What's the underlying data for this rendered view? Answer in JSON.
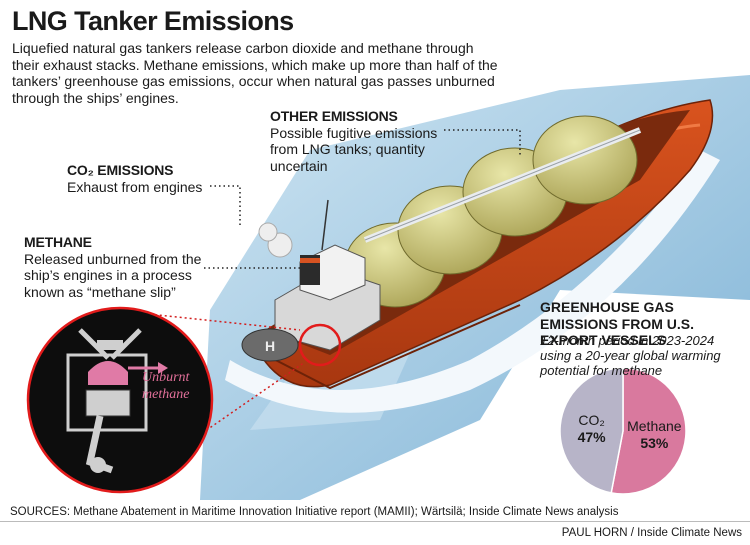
{
  "title": "LNG Tanker Emissions",
  "intro": "Liquefied natural gas tankers release carbon dioxide and methane through their exhaust stacks. Methane emissions, which make up more than half of the tankers’ greenhouse gas emissions, occur when natural gas passes unburned through the ships’ engines.",
  "labels": {
    "other": {
      "head": "OTHER EMISSIONS",
      "text": "Possible fugitive emissions from LNG tanks; quantity uncertain"
    },
    "co2": {
      "head": "CO₂ EMISSIONS",
      "text": "Exhaust from engines"
    },
    "methane": {
      "head": "METHANE",
      "text": "Released unburned from the ship’s engines in a process known as “methane slip”"
    }
  },
  "inset": {
    "line1": "Unburnt",
    "line2": "methane"
  },
  "chart_data": {
    "type": "pie",
    "title": "GREENHOUSE GAS EMISSIONS FROM U.S. EXPORT VESSELS",
    "subtitle": "12-month period in 2023-2024 using a 20-year global warming potential for methane",
    "slices": [
      {
        "label": "CO₂",
        "value": 47,
        "display": "47%",
        "color": "#b7b4c8"
      },
      {
        "label": "Methane",
        "value": 53,
        "display": "53%",
        "color": "#d9799e"
      }
    ]
  },
  "footer": "SOURCES: Methane Abatement in Maritime Innovation Initiative report (MAMII); Wärtsilä; Inside Climate News analysis",
  "credit": "PAUL HORN / Inside Climate News"
}
